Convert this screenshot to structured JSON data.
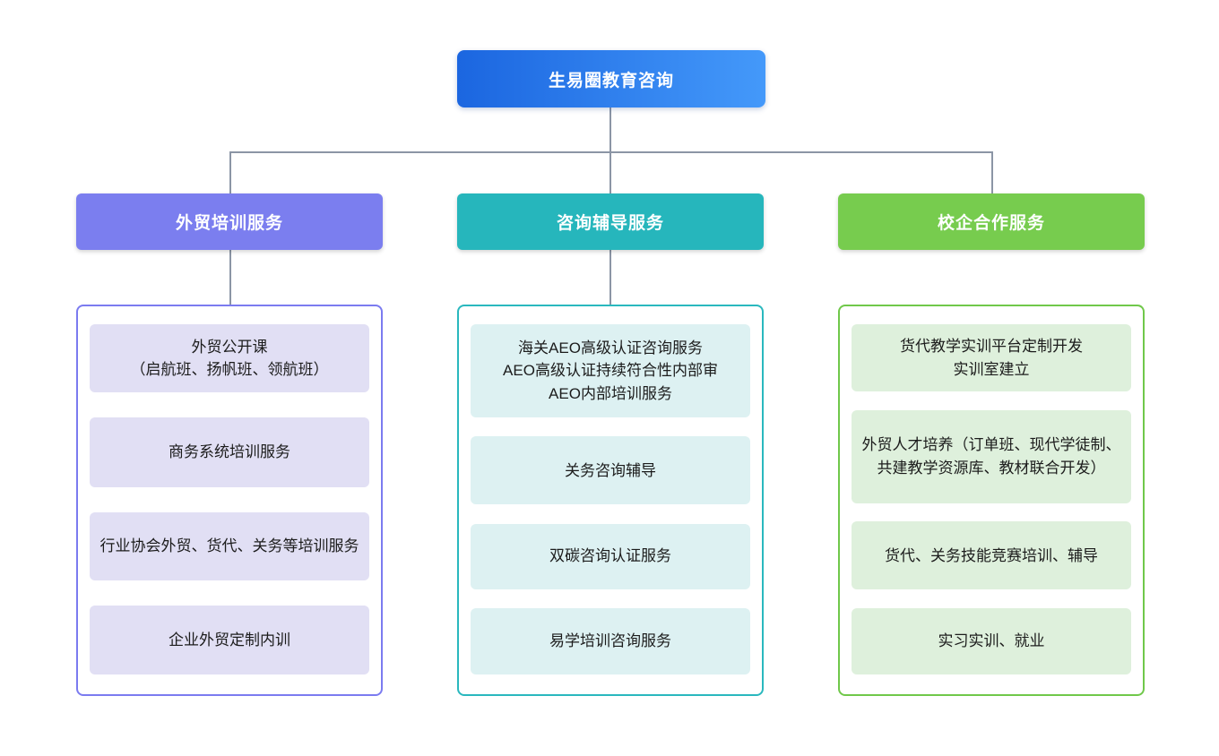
{
  "diagram": {
    "connector_color": "#8b95a5",
    "root": {
      "label": "生易圈教育咨询",
      "gradient_start": "#1b66e0",
      "gradient_end": "#4499fa"
    },
    "branches": [
      {
        "label": "外贸培训服务",
        "header_color": "#7b7eef",
        "border_color": "#7b7bf0",
        "item_bg": "#e1dff4",
        "items": [
          "外贸公开课\n（启航班、扬帆班、领航班）",
          "商务系统培训服务",
          "行业协会外贸、货代、关务等培训服务",
          "企业外贸定制内训"
        ]
      },
      {
        "label": "咨询辅导服务",
        "header_color": "#26b6bc",
        "border_color": "#2ab8be",
        "item_bg": "#ddf1f2",
        "items": [
          "海关AEO高级认证咨询服务\nAEO高级认证持续符合性内部审\nAEO内部培训服务",
          "关务咨询辅导",
          "双碳咨询认证服务",
          "易学培训咨询服务"
        ]
      },
      {
        "label": "校企合作服务",
        "header_color": "#77cc4e",
        "border_color": "#70c84a",
        "item_bg": "#def0dc",
        "items": [
          "货代教学实训平台定制开发\n实训室建立",
          "外贸人才培养（订单班、现代学徒制、共建教学资源库、教材联合开发）",
          "货代、关务技能竞赛培训、辅导",
          "实习实训、就业"
        ]
      }
    ]
  }
}
